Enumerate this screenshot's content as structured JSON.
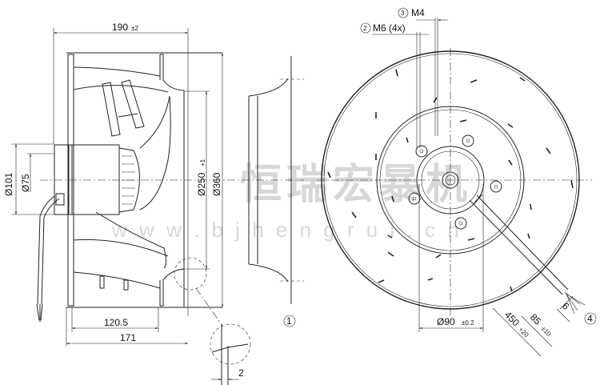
{
  "drawing": {
    "side_view": {
      "overall_length": "190",
      "overall_length_tol": "±2",
      "d_motor_outer": "Ø101",
      "d_motor_inner": "Ø75",
      "d_inlet": "Ø250",
      "d_inlet_tol": "+1",
      "d_impeller": "Ø360",
      "len_120": "120.5",
      "len_171": "171",
      "detail_gap": "2"
    },
    "inlet_ring": {
      "callout": "1"
    },
    "front_view": {
      "m4_callout": "3",
      "m4_label": "M4",
      "m6_callout": "2",
      "m6_label": "M6 (4x)",
      "d_bolt_circle": "Ø90",
      "d_bolt_circle_tol": "±0.2",
      "cable_6": "6",
      "cable_85": "85",
      "cable_85_tol": "±10",
      "cable_450": "450",
      "cable_450_tol": "+20",
      "cable_callout": "4"
    },
    "watermark": {
      "cn": "恒瑞宏暴机",
      "url": "w w w . b j h e n g r u i . c n"
    }
  }
}
